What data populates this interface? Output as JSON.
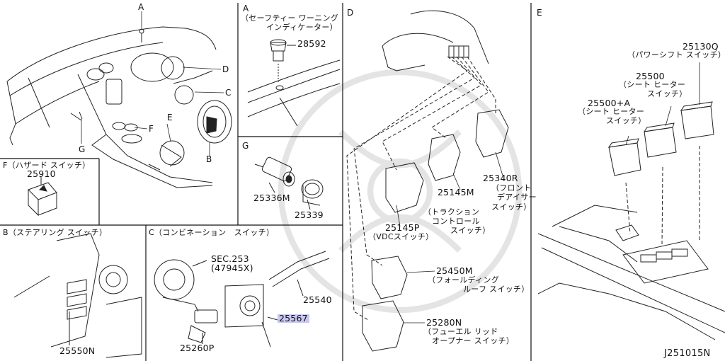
{
  "diagram_id": "J251015N",
  "sections": {
    "A_main": {
      "letter": "A"
    },
    "A": {
      "letter": "A",
      "caption_line1": "（セーフティー ワーニング",
      "caption_line2": "インディケーター）",
      "part": "28592"
    },
    "G": {
      "letter": "G",
      "part1": "25336M",
      "part2": "25339"
    },
    "F": {
      "title": "F（ハザード スイッチ）",
      "part": "25910"
    },
    "B": {
      "title": "B（ステアリング スイッチ）",
      "part": "25550N"
    },
    "C": {
      "title": "C（コンビネーション　スイッチ）",
      "sec": "SEC.253",
      "sec_ref": "(47945X)",
      "part_stalk": "25540",
      "part_highlight": "25567",
      "part_lower": "25260P"
    },
    "D": {
      "letter": "D",
      "p1": "25340R",
      "p1_name_1": "（フロント",
      "p1_name_2": "デアイサー",
      "p1_name_3": "スイッチ）",
      "p2": "25145M",
      "p2_name_1": "（トラクション",
      "p2_name_2": "コントロール",
      "p2_name_3": "スイッチ）",
      "p3": "25145P",
      "p3_name_1": "（VDCスイッチ）",
      "p4": "25450M",
      "p4_name_1": "（フォールディング",
      "p4_name_2": "ルーフ スイッチ）",
      "p5": "25280N",
      "p5_name_1": "（フューエル リッド",
      "p5_name_2": "オープナー スイッチ）"
    },
    "E": {
      "letter": "E",
      "p1": "25130Q",
      "p1_name": "（パワーシフト スイッチ）",
      "p2": "25500",
      "p2_name_1": "（シート ヒーター",
      "p2_name_2": "スイッチ）",
      "p3": "25500+A",
      "p3_name_1": "（シート ヒーター",
      "p3_name_2": "スイッチ）"
    },
    "callouts": [
      "A",
      "D",
      "C",
      "B",
      "E",
      "F",
      "G"
    ]
  }
}
